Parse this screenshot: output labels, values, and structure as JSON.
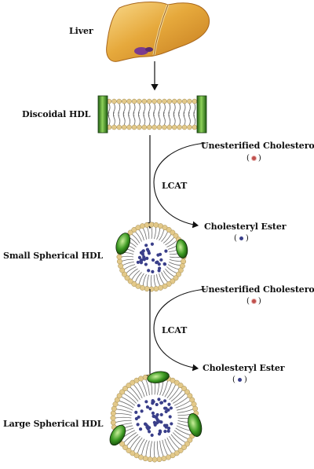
{
  "labels": {
    "liver": "Liver",
    "discoidal_hdl": "Discoidal HDL",
    "small_spherical_hdl": "Small Spherical HDL",
    "large_spherical_hdl": "Large Spherical HDL",
    "unesterified_1": "Unesterified Cholesterol",
    "ester_1": "Cholesteryl Ester",
    "unesterified_2": "Unesterified Cholesterol",
    "ester_2": "Cholesteryl Ester",
    "lcat_1": "LCAT",
    "lcat_2": "LCAT"
  },
  "symbols": {
    "open_paren": "(",
    "close_paren": ")"
  },
  "colors": {
    "liver_main": "#e0a53a",
    "liver_light": "#f7d27a",
    "liver_dark": "#b8731e",
    "gallbladder": "#7a3b8f",
    "apolipoprotein": "#2f8a1e",
    "apolipoprotein_light": "#b6e08a",
    "phospholipid_head": "#e3c98a",
    "tail": "#6a6a6a",
    "core_ester": "#3a3f8a",
    "unesterified_dot": "#c0504d"
  }
}
